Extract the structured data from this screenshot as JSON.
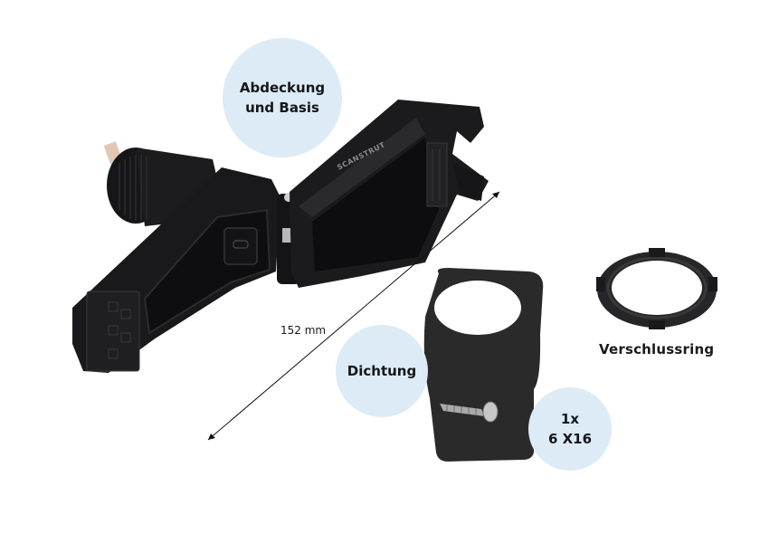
{
  "labels": {
    "cover_and_base": [
      "Abdeckung",
      "und Basis"
    ],
    "seal": "Dichtung",
    "screw": [
      "1x",
      "6 X16"
    ],
    "locking_ring": "Verschlussring",
    "dimension": "152 mm",
    "brand_mark": "SCANSTRUT"
  },
  "colors": {
    "bubble": "#dcebf5",
    "text": "#14161a",
    "product": "#1b1b1d",
    "gasket": "#2b2b2b",
    "background": "#ffffff"
  }
}
